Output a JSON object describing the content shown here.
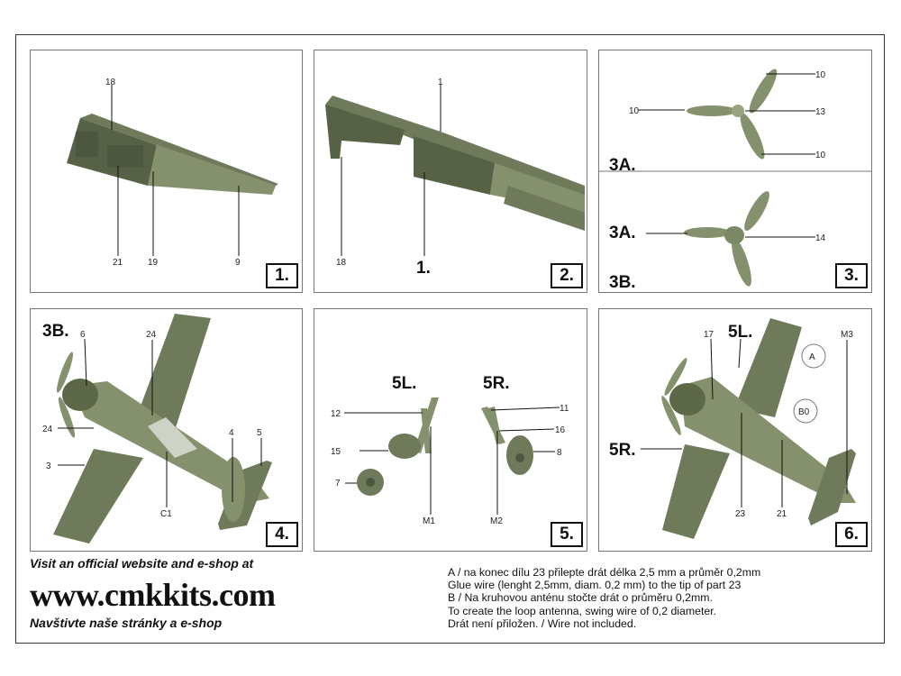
{
  "panels": {
    "p1": {
      "step": "1.",
      "labels": [
        "18",
        "21",
        "19",
        "9"
      ]
    },
    "p2": {
      "step": "2.",
      "labels": [
        "1",
        "18",
        "1."
      ]
    },
    "p3": {
      "step": "3.",
      "labels": [
        "10",
        "10",
        "13",
        "10",
        "3A.",
        "3A.",
        "14",
        "3B."
      ]
    },
    "p4": {
      "step": "4.",
      "labels": [
        "3B.",
        "6",
        "24",
        "24",
        "3",
        "C1",
        "4",
        "5"
      ]
    },
    "p5": {
      "step": "5.",
      "labels": [
        "5L.",
        "5R.",
        "12",
        "11",
        "16",
        "15",
        "8",
        "7",
        "M1",
        "M2"
      ]
    },
    "p6": {
      "step": "6.",
      "labels": [
        "5L.",
        "17",
        "M3",
        "A",
        "B0",
        "5R.",
        "23",
        "21"
      ]
    }
  },
  "footer": {
    "visit": "Visit an official website and e-shop at",
    "url": "www.cmkkits.com",
    "visit_cz": "Navštivte naše stránky a e-shop"
  },
  "notes": [
    "A / na konec dílu 23 přilepte drát délka 2,5 mm a průměr 0,2mm",
    "Glue wire (lenght 2,5mm, diam. 0,2 mm) to the tip of part 23",
    "B / Na kruhovou anténu stočte drát o průměru 0,2mm.",
    "To create the loop antenna, swing wire of 0,2 diameter.",
    "Drát není přiložen. / Wire not included."
  ]
}
